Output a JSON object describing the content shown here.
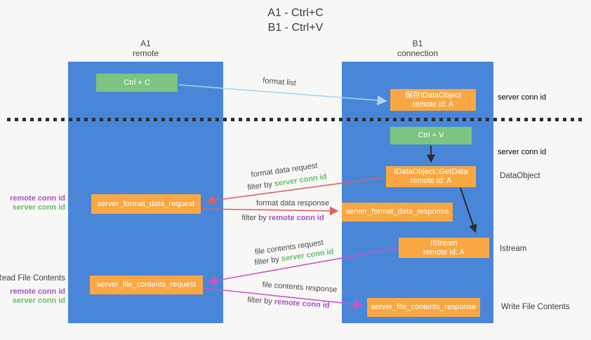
{
  "title": {
    "line1": "A1 - Ctrl+C",
    "line2": "B1 - Ctrl+V"
  },
  "lanes": {
    "left": {
      "title": "A1",
      "subtitle": "remote"
    },
    "right": {
      "title": "B1",
      "subtitle": "connection"
    }
  },
  "nodes": {
    "ctrl_c": {
      "label": "Ctrl + C"
    },
    "ctrl_v": {
      "label": "Ctrl + V"
    },
    "save_dataobject": {
      "line1": "保存IDataObject",
      "line2": "remote id: A"
    },
    "getdata": {
      "line1": "IDataObject::GetData",
      "line2": "remote id: A"
    },
    "istream": {
      "line1": "IStream",
      "line2": "remote id: A"
    },
    "format_request": {
      "label": "server_format_data_request"
    },
    "format_response": {
      "label": "server_format_data_response"
    },
    "file_request": {
      "label": "server_file_contents_request"
    },
    "file_response": {
      "label": "server_file_contents_response"
    }
  },
  "arrows": {
    "format_list": {
      "label": "format list"
    },
    "format_data_request": {
      "label": "format data request",
      "filter_prefix": "filter by",
      "filter_key": "server conn id"
    },
    "format_data_response": {
      "label": "format data response",
      "filter_prefix": "filter by",
      "filter_key": "remote conn id"
    },
    "file_contents_request": {
      "label": "file contents request",
      "filter_prefix": "filter by",
      "filter_key": "server conn id"
    },
    "file_contents_response": {
      "label": "file contents response",
      "filter_prefix": "filter by",
      "filter_key": "remote conn id"
    }
  },
  "annotations": {
    "left_format": {
      "remote": "remote conn id",
      "server": "server conn id"
    },
    "read_file": {
      "title": "Read File Contents",
      "remote": "remote conn id",
      "server": "server conn id"
    },
    "right_server_conn_top": "server conn id",
    "right_server_conn_mid": "server conn id",
    "dataobject": "DataObject",
    "istream": "Istream",
    "write_file": "Write File Contents"
  },
  "colors": {
    "lane_blue": "#4a86d8",
    "green_box": "#7cc47f",
    "orange_box": "#f9a743",
    "green_text": "#66bd6b",
    "purple_text": "#a653c4",
    "red_arrow": "#e06060",
    "magenta_arrow": "#cf53c3",
    "light_blue_arrow": "#a9d3ee",
    "black_arrow": "#2b2b2b"
  }
}
